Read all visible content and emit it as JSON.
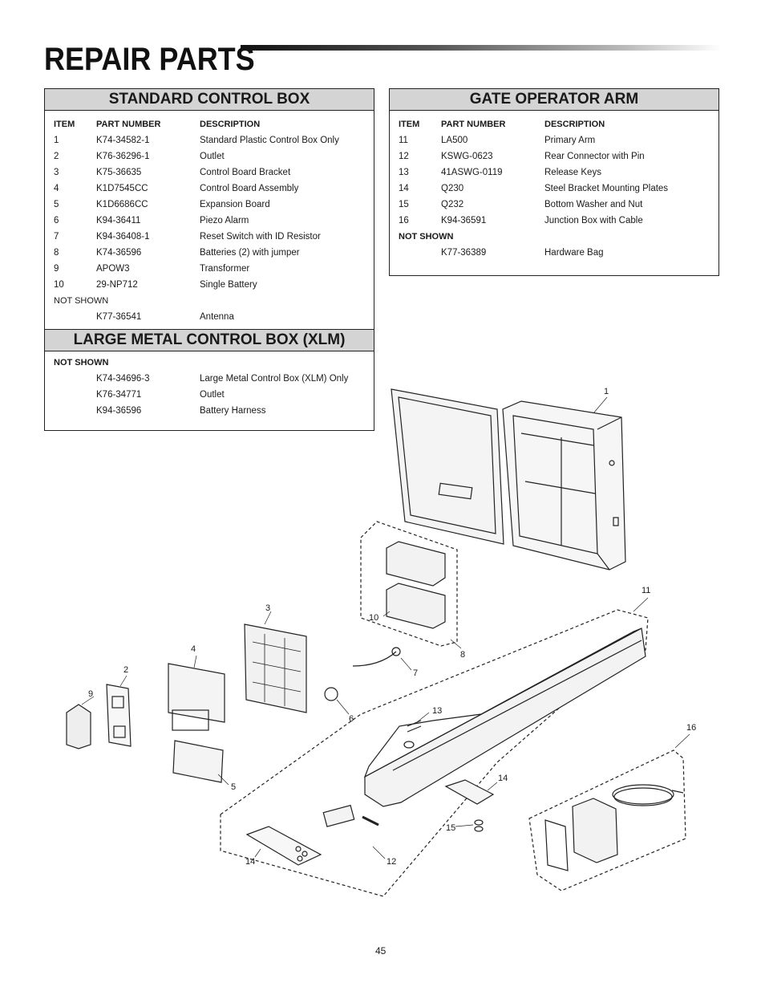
{
  "page_title": "REPAIR PARTS",
  "standard_box": {
    "heading": "STANDARD CONTROL BOX",
    "col_item": "ITEM",
    "col_part": "PART NUMBER",
    "col_desc": "DESCRIPTION",
    "rows": [
      {
        "item": "1",
        "part": "K74-34582-1",
        "desc": "Standard Plastic Control Box Only"
      },
      {
        "item": "2",
        "part": "K76-36296-1",
        "desc": "Outlet"
      },
      {
        "item": "3",
        "part": "K75-36635",
        "desc": "Control Board Bracket"
      },
      {
        "item": "4",
        "part": "K1D7545CC",
        "desc": "Control Board Assembly"
      },
      {
        "item": "5",
        "part": "K1D6686CC",
        "desc": "Expansion Board"
      },
      {
        "item": "6",
        "part": "K94-36411",
        "desc": "Piezo Alarm"
      },
      {
        "item": "7",
        "part": "K94-36408-1",
        "desc": "Reset Switch with ID Resistor"
      },
      {
        "item": "8",
        "part": "K74-36596",
        "desc": "Batteries (2) with jumper"
      },
      {
        "item": "9",
        "part": "APOW3",
        "desc": "Transformer"
      },
      {
        "item": "10",
        "part": "29-NP712",
        "desc": "Single Battery"
      }
    ],
    "not_shown_label": "NOT SHOWN",
    "not_shown": [
      {
        "part": "K77-36541",
        "desc": "Antenna"
      }
    ]
  },
  "large_box": {
    "heading": "LARGE METAL CONTROL BOX (XLM)",
    "not_shown_label": "NOT SHOWN",
    "not_shown": [
      {
        "part": "K74-34696-3",
        "desc": "Large Metal Control Box (XLM) Only"
      },
      {
        "part": "K76-34771",
        "desc": "Outlet"
      },
      {
        "part": "K94-36596",
        "desc": "Battery Harness"
      }
    ]
  },
  "gate_arm": {
    "heading": "GATE OPERATOR ARM",
    "col_item": "ITEM",
    "col_part": "PART NUMBER",
    "col_desc": "DESCRIPTION",
    "rows": [
      {
        "item": "11",
        "part": "LA500",
        "desc": "Primary Arm"
      },
      {
        "item": "12",
        "part": "KSWG-0623",
        "desc": "Rear Connector with Pin"
      },
      {
        "item": "13",
        "part": "41ASWG-0119",
        "desc": "Release Keys"
      },
      {
        "item": "14",
        "part": "Q230",
        "desc": "Steel Bracket Mounting Plates"
      },
      {
        "item": "15",
        "part": "Q232",
        "desc": "Bottom Washer and Nut"
      },
      {
        "item": "16",
        "part": "K94-36591",
        "desc": "Junction Box with Cable"
      }
    ],
    "not_shown_label": "NOT SHOWN",
    "not_shown": [
      {
        "part": "K77-36389",
        "desc": "Hardware Bag"
      }
    ]
  },
  "callouts": [
    "1",
    "2",
    "3",
    "4",
    "5",
    "6",
    "7",
    "8",
    "9",
    "10",
    "11",
    "12",
    "13",
    "14",
    "14",
    "15",
    "16"
  ],
  "page_number": "45"
}
